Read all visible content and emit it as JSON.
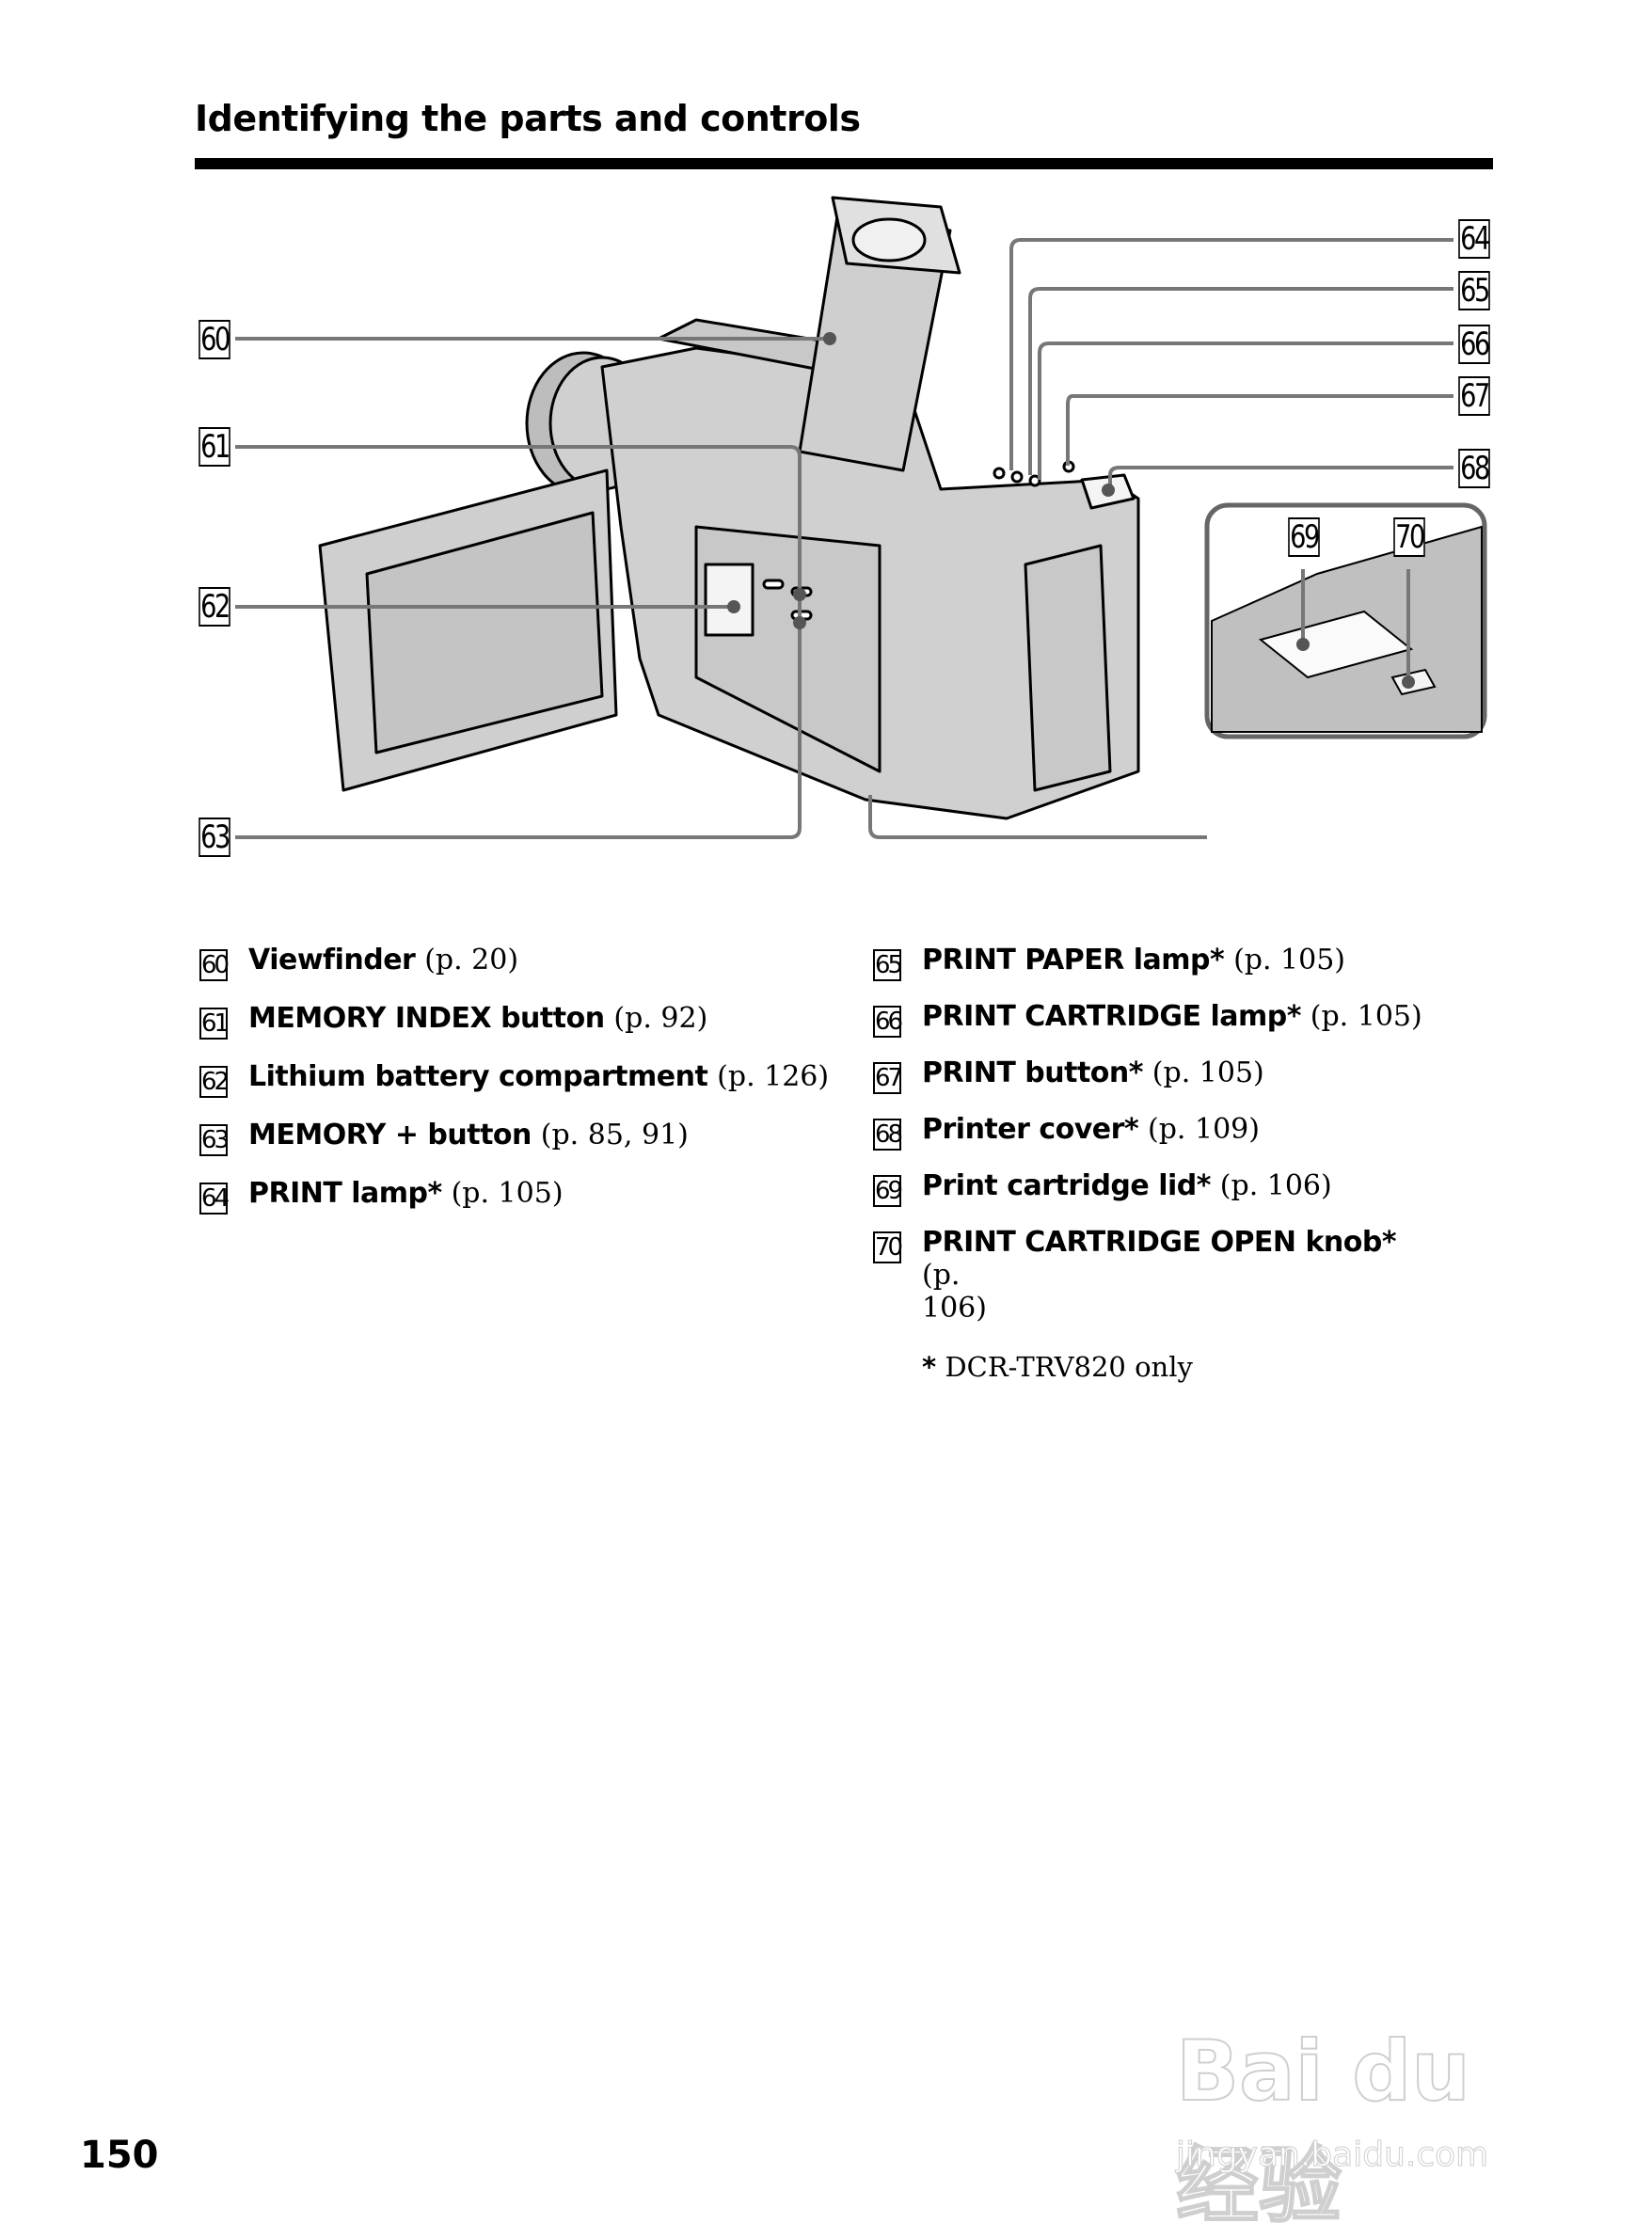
{
  "page": {
    "title": "Identifying the parts and controls",
    "page_number": "150"
  },
  "diagram": {
    "callouts": [
      "60",
      "61",
      "62",
      "63",
      "64",
      "65",
      "66",
      "67",
      "68",
      "69",
      "70"
    ]
  },
  "parts_left": [
    {
      "num": "60",
      "name": "Viewfinder",
      "ref": "(p. 20)"
    },
    {
      "num": "61",
      "name": "MEMORY INDEX button",
      "ref": "(p. 92)"
    },
    {
      "num": "62",
      "name": "Lithium battery compartment",
      "ref": "(p. 126)"
    },
    {
      "num": "63",
      "name": "MEMORY + button",
      "ref": "(p. 85, 91)"
    },
    {
      "num": "64",
      "name": "PRINT lamp*",
      "ref": "(p. 105)"
    }
  ],
  "parts_right": [
    {
      "num": "65",
      "name": "PRINT PAPER lamp*",
      "ref": "(p. 105)"
    },
    {
      "num": "66",
      "name": "PRINT CARTRIDGE lamp*",
      "ref": "(p. 105)"
    },
    {
      "num": "67",
      "name": "PRINT button*",
      "ref": "(p. 105)"
    },
    {
      "num": "68",
      "name": "Printer cover*",
      "ref": "(p. 109)"
    },
    {
      "num": "69",
      "name": "Print cartridge lid*",
      "ref": "(p. 106)"
    },
    {
      "num": "70",
      "name": "PRINT CARTRIDGE OPEN knob*",
      "ref": "(p. 106)"
    }
  ],
  "footnote": {
    "mark": "*",
    "text": "DCR-TRV820 only"
  },
  "watermark": {
    "brand": "Bai du 经验",
    "url": "jingyan.baidu.com"
  }
}
